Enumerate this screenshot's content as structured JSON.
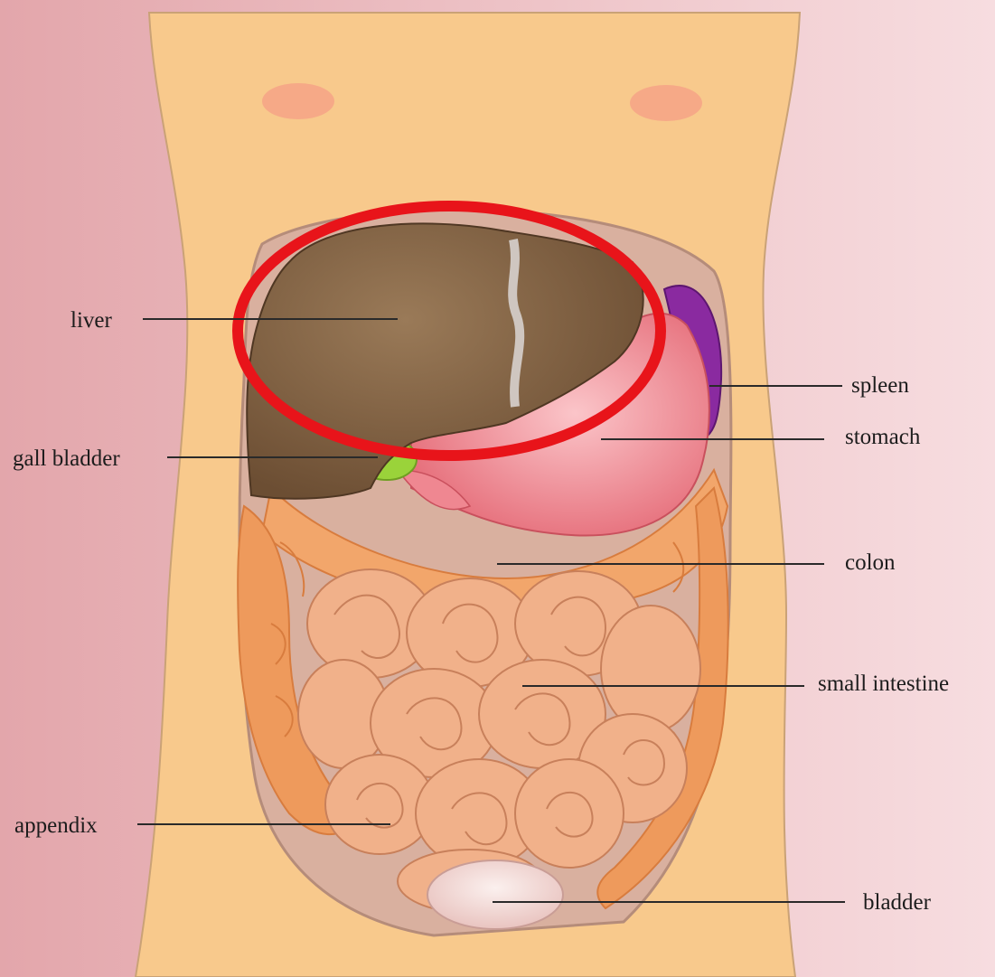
{
  "labels": {
    "liver": "liver",
    "gall_bladder": "gall bladder",
    "appendix": "appendix",
    "spleen": "spleen",
    "stomach": "stomach",
    "colon": "colon",
    "small_intestine": "small intestine",
    "bladder": "bladder"
  },
  "highlight": {
    "target": "liver",
    "color": "#e8141a"
  },
  "colors": {
    "background_left": "#e3a6ab",
    "background_right": "#f7dde0",
    "skin": "#f8c98c",
    "liver": "#7a5a3c",
    "stomach": "#f28c95",
    "spleen": "#8a2aa0",
    "gall_bladder": "#9ad33a",
    "colon": "#f2a66b",
    "small_intestine": "#f1b18a",
    "bladder": "#f7e0dd"
  }
}
